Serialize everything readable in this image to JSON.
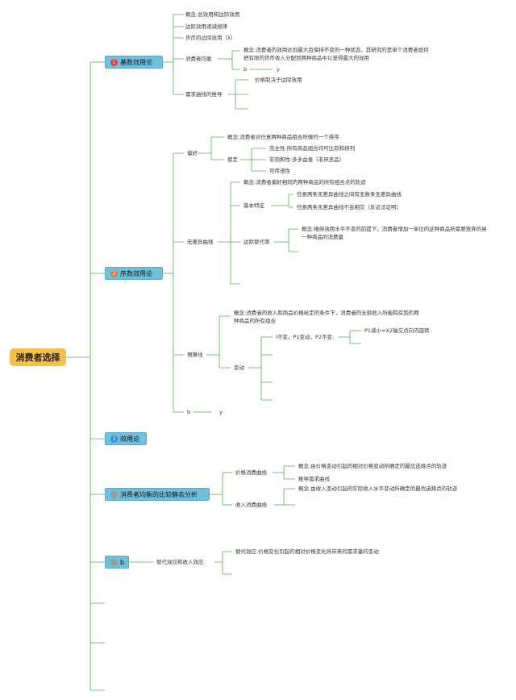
{
  "root": "消费者选择",
  "branch1": {
    "label": "基数效用论",
    "icon_color": "#e0423a",
    "items": {
      "concept": "概念:总效用和边际效用",
      "law": "边际效用递减规律",
      "money": "货币的边际效用（λ）",
      "equilibrium": "消费者均衡",
      "eq_concept_1": "概念:消费者的效用达到最大且保持不变的一种状态，其研究的是单个消费者如何",
      "eq_concept_2": "把有限的货币收入分配到两种商品中以获得最大的效用",
      "eq_b": "b",
      "eq_y": "y",
      "demand": "需求曲线的推导",
      "demand_sub": "价格取决于边际效用"
    }
  },
  "branch2": {
    "label": "序数效用论",
    "icon_color": "#e07a3a",
    "preference": "偏好",
    "pref_concept": "概念:消费者对任意两种商品组合所做的一个排序",
    "assumption": "假定",
    "completeness": "完全性:所有商品组合均可比较和排列",
    "nonsatiation": "非饱和性:多多益善（非厌恶品）",
    "transitivity": "可传递性",
    "indifference": "无差异曲线",
    "ic_concept": "概念:消费者偏好相同的两种商品的所有组合点的轨迹",
    "basic_features": "基本特征",
    "feature_1": "任意两条无差异曲线之间有无数条无差异曲线",
    "feature_2": "任意两条无差异曲线不会相交（反证法证明）",
    "mrs": "边际替代率",
    "mrs_concept_1": "概念:维持效用水平不变的前提下，消费者增加一单位的这种商品所需要放弃的另",
    "mrs_concept_2": "一种商品的消费量",
    "budget": "预算线",
    "budget_concept_1": "概念:消费者的收入和商品价格给定的条件下，消费者的全部收入所能购买到的两",
    "budget_concept_2": "种商品的所有组合",
    "shift": "变动",
    "shift_1": "I不变，P1变动，P2不变:",
    "shift_1_sub": "P1减小=X2轴交点向内旋转",
    "b": "b",
    "y": "y"
  },
  "branch3": {
    "label": "效用论",
    "icon_color": "#2f8fd8"
  },
  "branch4": {
    "label": "消费者均衡的比较静态分析",
    "icon_color": "#999999",
    "pcc": "价格消费曲线",
    "pcc_concept": "概念:由价格变动引起的相对价格变动所确定的最优选择点的轨迹",
    "pcc_derive": "推导需求曲线",
    "icc": "收入消费曲线",
    "icc_concept": "概念:由收入变动引起的实际收入水平变动所确定的最优选择点的轨迹"
  },
  "branch5": {
    "label": "b",
    "icon_color": "#999999",
    "child": "替代效应和收入效应",
    "substitution": "替代效应:价格变化引起的相对价格变化所带来的需求量的变动"
  },
  "line_color": "#4caf50"
}
